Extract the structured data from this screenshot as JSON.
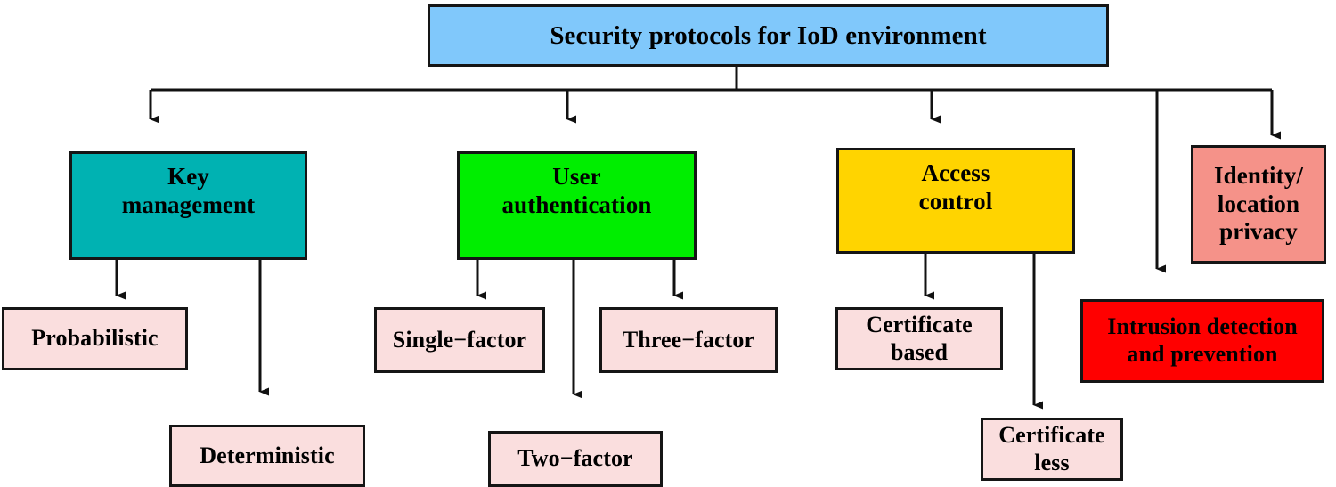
{
  "diagram": {
    "title": "Security protocols for IoD environment",
    "colors": {
      "root_fill": "#80C8FB",
      "key_management_fill": "#00B2B2",
      "user_authentication_fill": "#00EE00",
      "access_control_fill": "#FFD400",
      "identity_privacy_fill": "#F59289",
      "intrusion_fill": "#FF0000",
      "leaf_fill": "#FADEDE",
      "border": "#151515",
      "background": "#FFFFFF",
      "text": "#000000"
    },
    "root": {
      "label": "Security protocols for IoD environment"
    },
    "categories": [
      {
        "id": "key-management",
        "label": "Key\nmanagement",
        "children": [
          {
            "id": "probabilistic",
            "label": "Probabilistic"
          },
          {
            "id": "deterministic",
            "label": "Deterministic"
          }
        ]
      },
      {
        "id": "user-authentication",
        "label": "User\nauthentication",
        "children": [
          {
            "id": "single-factor",
            "label": "Single−factor"
          },
          {
            "id": "two-factor",
            "label": "Two−factor"
          },
          {
            "id": "three-factor",
            "label": "Three−factor"
          }
        ]
      },
      {
        "id": "access-control",
        "label": "Access\ncontrol",
        "children": [
          {
            "id": "certificate-based",
            "label": "Certificate\nbased"
          },
          {
            "id": "certificate-less",
            "label": "Certificate\nless"
          }
        ]
      },
      {
        "id": "intrusion-detection",
        "label": "Intrusion detection\nand prevention",
        "children": []
      },
      {
        "id": "identity-location-privacy",
        "label": "Identity/\nlocation\nprivacy",
        "children": []
      }
    ]
  }
}
